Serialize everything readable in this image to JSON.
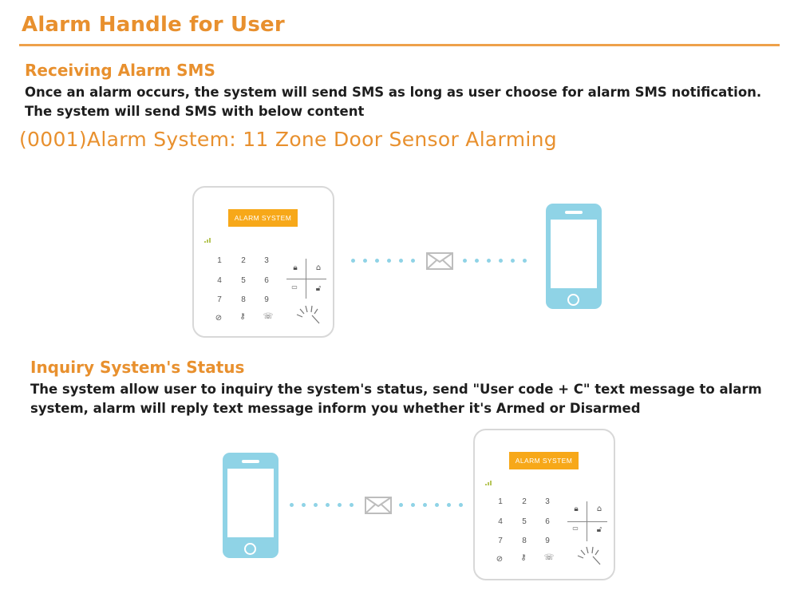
{
  "header": {
    "title": "Alarm Handle for User"
  },
  "receiving": {
    "heading": "Receiving Alarm SMS",
    "line1": "Once an alarm occurs, the system will send SMS as long as user choose for alarm SMS notification.",
    "line2": "The system will send SMS with below content",
    "sms_example": "(0001)Alarm System: 11 Zone Door Sensor Alarming"
  },
  "inquiry": {
    "heading": "Inquiry System's Status",
    "line1": "The system allow user to inquiry the system's status, send \"User code + C\" text message to alarm",
    "line2": "system, alarm will reply text message inform you whether it's Armed or Disarmed"
  },
  "panel": {
    "lcd_label": "ALARM SYSTEM",
    "keys": [
      "1",
      "2",
      "3",
      "4",
      "5",
      "6",
      "7",
      "8",
      "9"
    ],
    "bottom_keys_icons": [
      "disarm-icon",
      "key-icon",
      "phone-icon"
    ],
    "function_icons": [
      "lock-icon",
      "home-icon",
      "away-icon",
      "unlock-icon"
    ]
  },
  "colors": {
    "accent_orange": "#e8902e",
    "lcd_yellow": "#f7a819",
    "phone_blue": "#8fd3e6",
    "text_dark": "#1e1e1e"
  }
}
